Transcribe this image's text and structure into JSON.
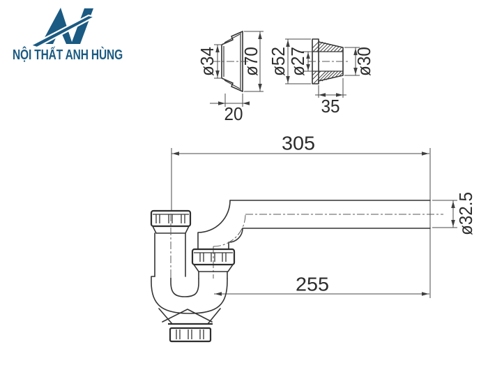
{
  "logo": {
    "brand": "NỘI THẤT ANH HÙNG",
    "color": "#1b5a82"
  },
  "drawing": {
    "line_color": "#343434",
    "escutcheon": {
      "inner_diameter": "ø34",
      "outer_diameter": "ø70",
      "depth": "20"
    },
    "gasket": {
      "flange_diameter": "ø52",
      "bore_diameter": "ø27",
      "tip_diameter": "ø30",
      "length": "35"
    },
    "trap": {
      "overall_length": "305",
      "outlet_length": "255",
      "pipe_diameter": "ø32.5"
    }
  }
}
